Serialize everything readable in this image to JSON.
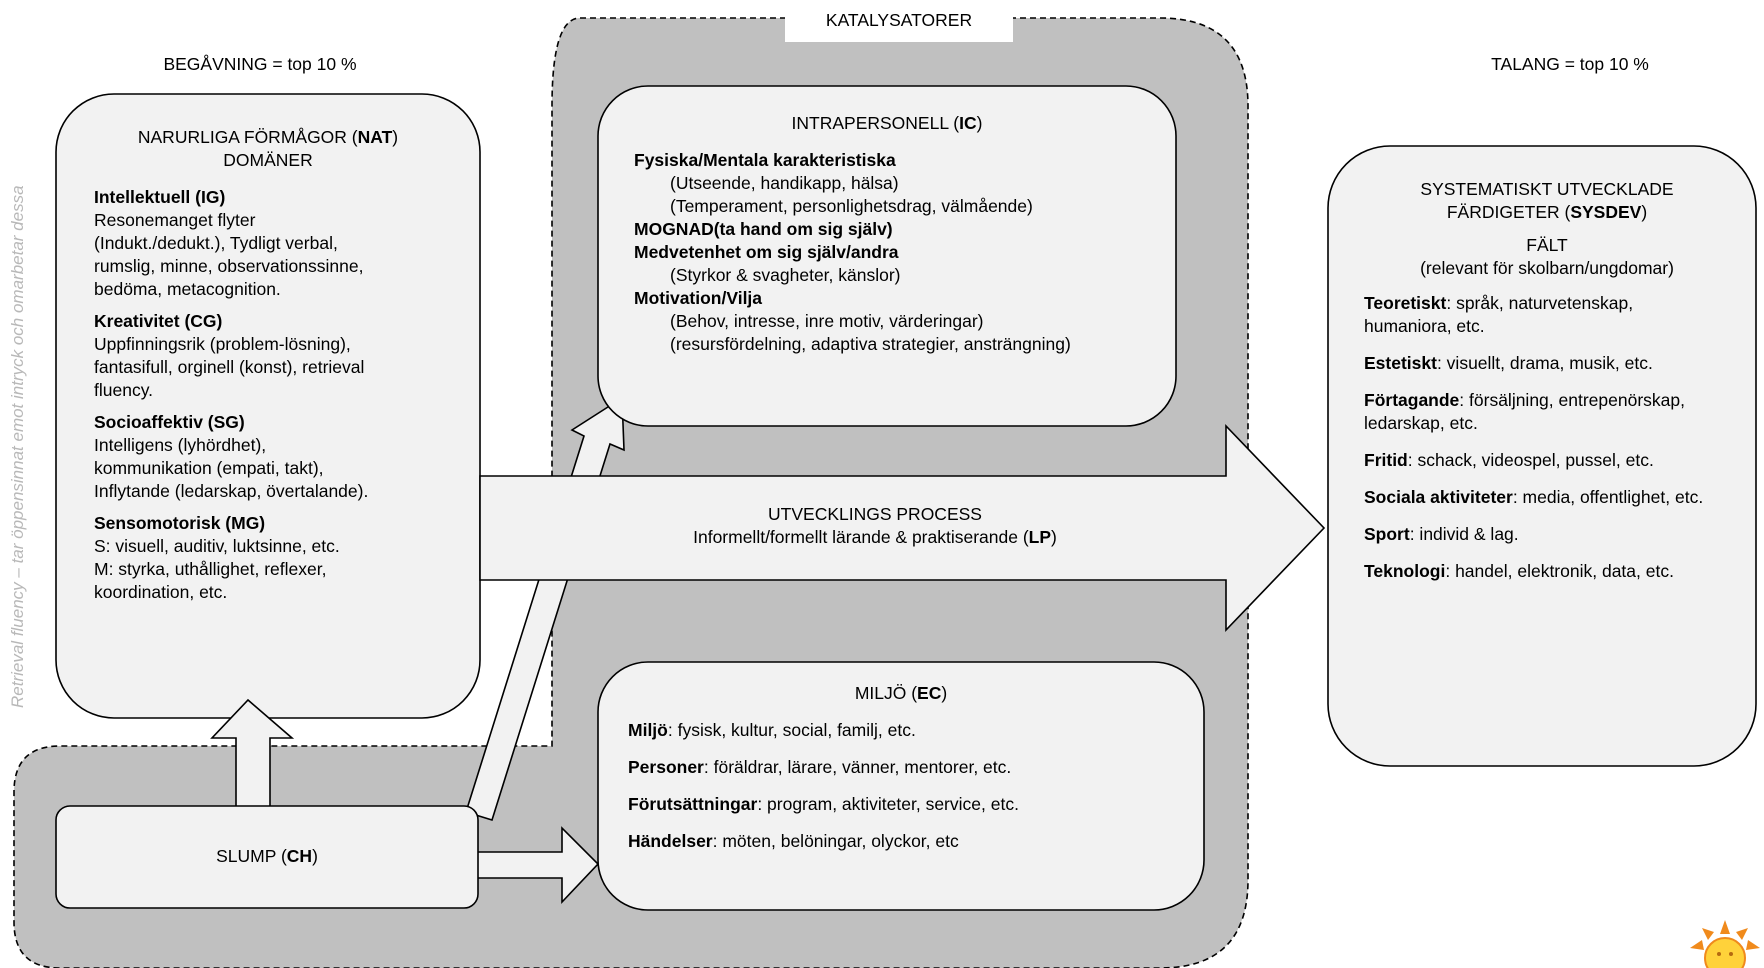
{
  "side_note": "Retrieval fluency – tar öppensinnat emot intryck och omarbetar dessa",
  "header_left": "BEGÅVNING = top 10 %",
  "header_right": "TALANG = top 10 %",
  "catalysts_label": "KATALYSATORER",
  "nat": {
    "title_pre": "NARURLIGA FÖRMÅGOR (",
    "title_bold": "NAT",
    "title_post": ")",
    "subtitle": "DOMÄNER",
    "domains": [
      {
        "heading": "Intellektuell (IG)",
        "lines": [
          "Resonemanget flyter",
          "(Indukt./dedukt.), Tydligt verbal,",
          "rumslig, minne, observationssinne,",
          "bedöma, metacognition."
        ]
      },
      {
        "heading": "Kreativitet (CG)",
        "lines": [
          "Uppfinningsrik (problem-lösning),",
          "fantasifull, orginell (konst), retrieval",
          "fluency."
        ]
      },
      {
        "heading": "Socioaffektiv (SG)",
        "lines": [
          "Intelligens (lyhördhet),",
          "kommunikation (empati, takt),",
          "Inflytande (ledarskap, övertalande)."
        ]
      },
      {
        "heading": "Sensomotorisk (MG)",
        "lines": [
          "S: visuell, auditiv, luktsinne, etc.",
          "M: styrka, uthållighet, reflexer,",
          "koordination, etc."
        ]
      }
    ]
  },
  "ic": {
    "title_pre": "INTRAPERSONELL (",
    "title_bold": "IC",
    "title_post": ")",
    "items": [
      {
        "text": "Fysiska/Mentala karakteristiska",
        "bold": true
      },
      {
        "text": "(Utseende, handikapp, hälsa)",
        "bold": false
      },
      {
        "text": "(Temperament, personlighetsdrag, välmående)",
        "bold": false
      },
      {
        "text": "MOGNAD(ta hand om sig själv)",
        "bold": true
      },
      {
        "text": "Medvetenhet om sig själv/andra",
        "bold": true
      },
      {
        "text": "(Styrkor & svagheter, känslor)",
        "bold": false
      },
      {
        "text": "Motivation/Vilja",
        "bold": true
      },
      {
        "text": "(Behov, intresse, inre motiv, värderingar)",
        "bold": false
      },
      {
        "text": "(resursfördelning, adaptiva strategier, ansträngning)",
        "bold": false
      }
    ]
  },
  "process": {
    "title": "UTVECKLINGS PROCESS",
    "subtitle_pre": "Informellt/formellt lärande & praktiserande (",
    "subtitle_bold": "LP",
    "subtitle_post": ")"
  },
  "ec": {
    "title_pre": "MILJÖ (",
    "title_bold": "EC",
    "title_post": ")",
    "items": [
      {
        "label": "Miljö",
        "text": ": fysisk, kultur, social, familj, etc."
      },
      {
        "label": "Personer",
        "text": ": föräldrar, lärare, vänner, mentorer, etc."
      },
      {
        "label": "Förutsättningar",
        "text": ": program, aktiviteter, service, etc."
      },
      {
        "label": "Händelser",
        "text": ": möten, belöningar, olyckor, etc"
      }
    ]
  },
  "chance": {
    "label_pre": "SLUMP (",
    "label_bold": "CH",
    "label_post": ")"
  },
  "sysdev": {
    "title_line1": "SYSTEMATISKT UTVECKLADE",
    "title_pre": "FÄRDIGETER (",
    "title_bold": "SYSDEV",
    "title_post": ")",
    "field": "FÄLT",
    "field_note": "(relevant för skolbarn/ungdomar)",
    "fields": [
      {
        "label": "Teoretiskt",
        "text": ": språk, naturvetenskap, humaniora, etc."
      },
      {
        "label": "Estetiskt",
        "text": ": visuellt, drama, musik, etc."
      },
      {
        "label": "Förtagande",
        "text": ": försäljning, entrepenörskap, ledarskap, etc."
      },
      {
        "label": "Fritid",
        "text": ": schack, videospel, pussel, etc."
      },
      {
        "label": "Sociala aktiviteter",
        "text": ": media, offentlighet, etc."
      },
      {
        "label": "Sport",
        "text": ": individ & lag."
      },
      {
        "label": "Teknologi",
        "text": ": handel, elektronik, data, etc."
      }
    ]
  }
}
